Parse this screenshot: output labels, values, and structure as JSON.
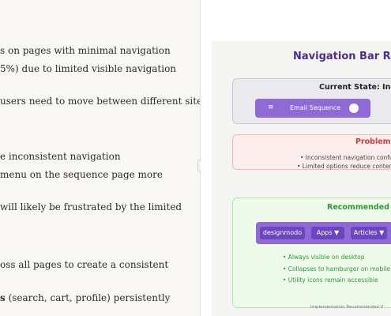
{
  "document": {
    "lines": [
      {
        "id": "l1",
        "text": "s on pages with minimal navigation"
      },
      {
        "id": "l2",
        "text": "5%) due to limited visible navigation"
      },
      {
        "id": "l3",
        "text": "users need to move between different site"
      },
      {
        "id": "l4",
        "text": "e inconsistent navigation"
      },
      {
        "id": "l5",
        "text": "menu on the sequence page more"
      },
      {
        "id": "l6",
        "text": "will likely be frustrated by the limited"
      },
      {
        "id": "l7",
        "text": "oss all pages to create a consistent"
      }
    ],
    "last_line": {
      "bold": "s",
      "rest": " (search, cart, profile) persistently"
    }
  },
  "preview": {
    "title": "Navigation Bar R",
    "current": {
      "heading": "Current State: Inco",
      "menu_glyph": "≡",
      "sequence_label": "Email Sequence"
    },
    "problems": {
      "heading": "Problems",
      "items": [
        "• Inconsistent navigation confuse",
        "• Limited options reduce content"
      ]
    },
    "recommended": {
      "heading": "Recommended U",
      "nav_items": [
        "designmodo",
        "Apps ▼",
        "Articles ▼",
        ""
      ],
      "bullets": [
        "• Always visible on desktop",
        "• Collapses to hamburger on mobile",
        "• Utility icons remain accessible"
      ]
    },
    "footnote": "Implementation Recommended V"
  }
}
